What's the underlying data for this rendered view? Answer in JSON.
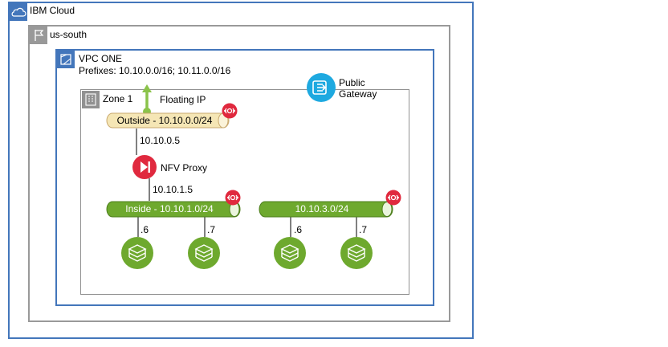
{
  "cloud": {
    "label": "IBM Cloud",
    "icon": "cloud-icon"
  },
  "region": {
    "label": "us-south",
    "icon": "flag-icon"
  },
  "vpc": {
    "title": "VPC ONE",
    "prefixes": "Prefixes: 10.10.0.0/16; 10.11.0.0/16",
    "icon": "vpc-icon"
  },
  "zone": {
    "label": "Zone 1",
    "icon": "building-icon"
  },
  "public_gateway": {
    "line1": "Public",
    "line2": "Gateway",
    "icon": "public-gateway-icon"
  },
  "floating_ip": {
    "label": "Floating IP"
  },
  "subnets": {
    "outside": {
      "label": "Outside - 10.10.0.0/24"
    },
    "inside": {
      "label": "Inside - 10.10.1.0/24"
    },
    "third": {
      "label": "10.10.3.0/24"
    }
  },
  "nfv": {
    "label": "NFV Proxy",
    "ip_outside": "10.10.0.5",
    "ip_inside": "10.10.1.5"
  },
  "instances": [
    {
      "ip": ".6"
    },
    {
      "ip": ".7"
    },
    {
      "ip": ".6"
    },
    {
      "ip": ".7"
    }
  ],
  "colors": {
    "cloud_border": "#4376BB",
    "region_border": "#999999",
    "vpc_border": "#4376BB",
    "zone_border": "#919191",
    "subnet_green": "#6EA92E",
    "subnet_tan": "#F5E6B5",
    "acl_red": "#E0293E",
    "gateway_blue": "#1EA9E0",
    "arrow_green": "#8BC34A"
  }
}
